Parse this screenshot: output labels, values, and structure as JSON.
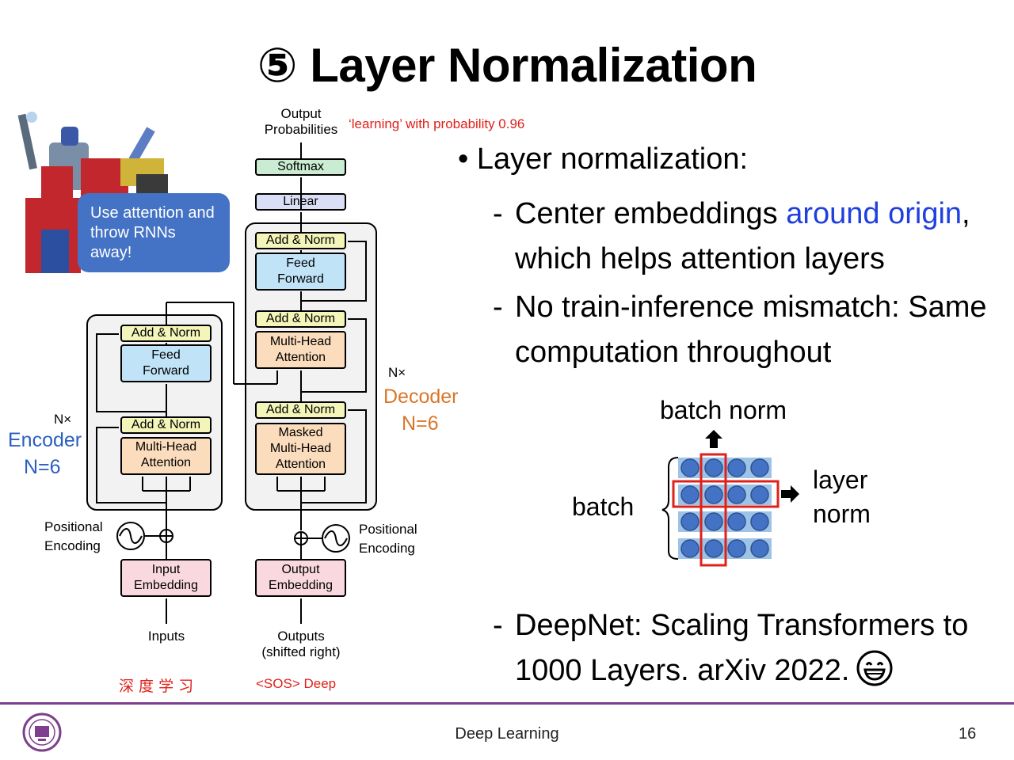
{
  "slide": {
    "title": "⑤ Layer Normalization",
    "annotation": "‘learning’ with probability 0.96",
    "bubble_text": "Use attention and throw RNNs away!",
    "bullets": {
      "main": "Layer normalization:",
      "sub1_a": "Center embeddings ",
      "sub1_b": "around origin",
      "sub1_c": ",",
      "sub1_line2": "which helps attention layers",
      "sub2_line1": "No train-inference mismatch: Same",
      "sub2_line2": "computation throughout",
      "sub3_line1": "DeepNet: Scaling Transformers to",
      "sub3_line2": "1000 Layers. arXiv 2022."
    },
    "dash": "-",
    "bullet_dot": "•"
  },
  "norm_figure": {
    "batch_norm_label": "batch norm",
    "layer_norm_label_1": "layer",
    "layer_norm_label_2": "norm",
    "batch_label": "batch"
  },
  "transformer": {
    "output_probabilities_1": "Output",
    "output_probabilities_2": "Probabilities",
    "softmax": "Softmax",
    "linear": "Linear",
    "add_norm": "Add & Norm",
    "feed_1": "Feed",
    "feed_2": "Forward",
    "mha_1": "Multi-Head",
    "mha_2": "Attention",
    "masked": "Masked",
    "nx": "N×",
    "encoder": "Encoder",
    "decoder": "Decoder",
    "n6": "N=6",
    "positional_1": "Positional",
    "positional_2": "Encoding",
    "input_emb_1": "Input",
    "input_emb_2": "Embedding",
    "output_emb_1": "Output",
    "output_emb_2": "Embedding",
    "inputs": "Inputs",
    "outputs_1": "Outputs",
    "outputs_2": "(shifted right)",
    "chinese": "深 度 学 习",
    "sos": "<SOS> Deep"
  },
  "footer": {
    "course": "Deep Learning",
    "page": "16"
  },
  "colors": {
    "footer_line": "#7e3f8f",
    "bubble": "#4472c4",
    "accent_blue": "#1f3fe0",
    "red": "#e0201a",
    "orange": "#d8772a"
  }
}
